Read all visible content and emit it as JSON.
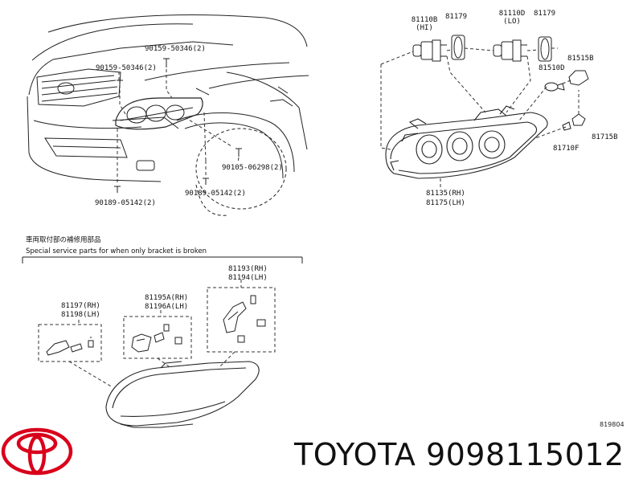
{
  "labels": {
    "p90159_50346_top": "90159-50346(2)",
    "p90159_50346_left": "90159-50346(2)",
    "p90105_06298": "90105-06298(2)",
    "p90189_05142_left": "90189-05142(2)",
    "p90189_05142_right": "90189-05142(2)",
    "p81110B": "81110B",
    "p81110B_sub": "(HI)",
    "p81179_a": "81179",
    "p81110D": "81110D",
    "p81110D_sub": "(LO)",
    "p81179_b": "81179",
    "p81515B": "81515B",
    "p81510D": "81510D",
    "p81715B": "81715B",
    "p81710F": "81710F",
    "p81135": "81135(RH)",
    "p81175": "81175(LH)",
    "p81193": "81193(RH)",
    "p81194": "81194(LH)",
    "p81195A": "81195A(RH)",
    "p81196A": "81196A(LH)",
    "p81197": "81197(RH)",
    "p81198": "81198(LH)"
  },
  "notes": {
    "japanese_title": "車両取付部の補修用部品",
    "english_title": "Special service parts for when only bracket is broken"
  },
  "diagram_ref": "819804",
  "brand": {
    "name": "TOYOTA",
    "part_number": "9098115012",
    "logo_color": "#d9001b"
  }
}
